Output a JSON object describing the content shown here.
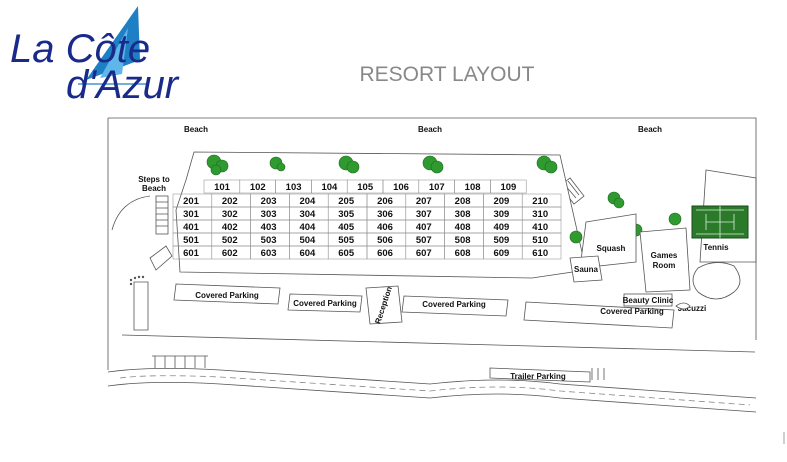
{
  "logo": {
    "line1": "La Côte",
    "line2": "d'Azur",
    "colors": {
      "text": "#1a2a8a",
      "sail_dark": "#1f7fc4",
      "sail_light": "#5fb6e8"
    }
  },
  "page_title": "RESORT LAYOUT",
  "map": {
    "beach_labels": [
      "Beach",
      "Beach",
      "Beach"
    ],
    "steps_to_beach": [
      "Steps to",
      "Beach"
    ],
    "units": [
      [
        "101",
        "102",
        "103",
        "104",
        "105",
        "106",
        "107",
        "108",
        "109"
      ],
      [
        "201",
        "202",
        "203",
        "204",
        "205",
        "206",
        "207",
        "208",
        "209",
        "210"
      ],
      [
        "301",
        "302",
        "303",
        "304",
        "305",
        "306",
        "307",
        "308",
        "309",
        "310"
      ],
      [
        "401",
        "402",
        "403",
        "404",
        "405",
        "406",
        "407",
        "408",
        "409",
        "410"
      ],
      [
        "501",
        "502",
        "503",
        "504",
        "505",
        "506",
        "507",
        "508",
        "509",
        "510"
      ],
      [
        "601",
        "602",
        "603",
        "604",
        "605",
        "606",
        "607",
        "608",
        "609",
        "610"
      ]
    ],
    "facilities": {
      "tennis": "Tennis",
      "squash": "Squash",
      "games_room": [
        "Games",
        "Room"
      ],
      "sauna": "Sauna",
      "beauty_clinic": "Beauty Clinic",
      "jacuzzi": "Jacuzzi",
      "reception": "Reception",
      "trailer_parking": "Trailer Parking",
      "covered_parking": [
        "Covered Parking",
        "Covered Parking",
        "Covered Parking",
        "Covered Parking"
      ]
    },
    "colors": {
      "tree": "#2f9a2f",
      "tennis_court": "#2a7a2a",
      "outline": "#555555",
      "road": "#555555"
    }
  }
}
